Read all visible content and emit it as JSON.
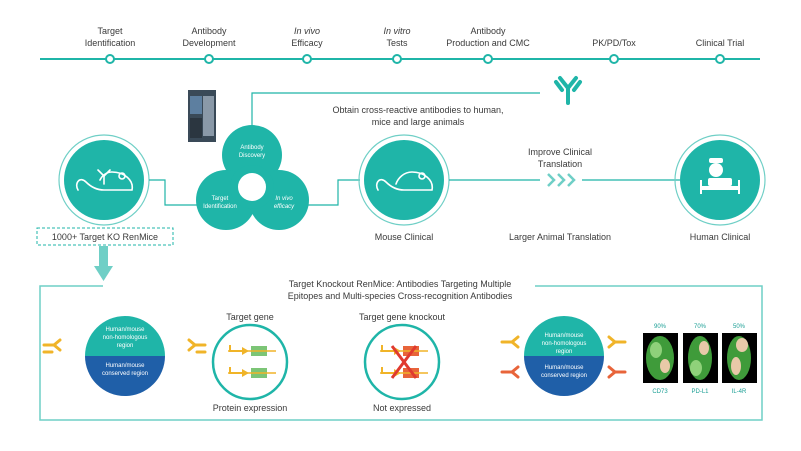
{
  "timeline": {
    "steps": [
      {
        "line1": "Target",
        "line2": "Identification",
        "italic1": false
      },
      {
        "line1": "Antibody",
        "line2": "Development",
        "italic1": false
      },
      {
        "line1": "In vivo",
        "line2": "Efficacy",
        "italic1": true
      },
      {
        "line1": "In vitro",
        "line2": "Tests",
        "italic1": true
      },
      {
        "line1": "Antibody",
        "line2": "Production and CMC",
        "italic1": false
      },
      {
        "line1": "",
        "line2": "PK/PD/Tox",
        "italic1": false
      },
      {
        "line1": "",
        "line2": "Clinical Trial",
        "italic1": false
      }
    ]
  },
  "top": {
    "cross_reactive_line1": "Obtain cross-reactive antibodies to human,",
    "cross_reactive_line2": "mice and large animals",
    "improve_line1": "Improve Clinical",
    "improve_line2": "Translation"
  },
  "platform": {
    "lobe_top_1": "Antibody",
    "lobe_top_2": "Discovery",
    "lobe_left_1": "Target",
    "lobe_left_2": "Identification",
    "lobe_right_1": "In vivo",
    "lobe_right_2": "efficacy"
  },
  "labels": {
    "renmice_box": "1000+ Target KO RenMice",
    "mouse_clinical": "Mouse Clinical",
    "larger_animal": "Larger Animal Translation",
    "human_clinical": "Human Clinical"
  },
  "bottom": {
    "title_line1": "Target Knockout RenMice: Antibodies Targeting Multiple",
    "title_line2": "Epitopes and Multi-species Cross-recognition Antibodies",
    "circle_top_1": "Human/mouse",
    "circle_top_2": "non-homologous",
    "circle_top_3": "region",
    "circle_bottom_1": "Human/mouse",
    "circle_bottom_2": "conserved region",
    "target_gene": "Target gene",
    "protein_expression": "Protein expression",
    "target_gene_knockout": "Target gene knockout",
    "not_expressed": "Not expressed",
    "structures": [
      {
        "pct": "90%",
        "name": "CD73"
      },
      {
        "pct": "70%",
        "name": "PD-L1"
      },
      {
        "pct": "50%",
        "name": "IL-4R"
      }
    ]
  },
  "colors": {
    "teal": "#1fb5a8",
    "teal_light": "#6fcfc6",
    "blue": "#1f5fa8",
    "gold": "#f0b429",
    "orange": "#e8643a",
    "green": "#7cc576",
    "red": "#e03a2f"
  }
}
